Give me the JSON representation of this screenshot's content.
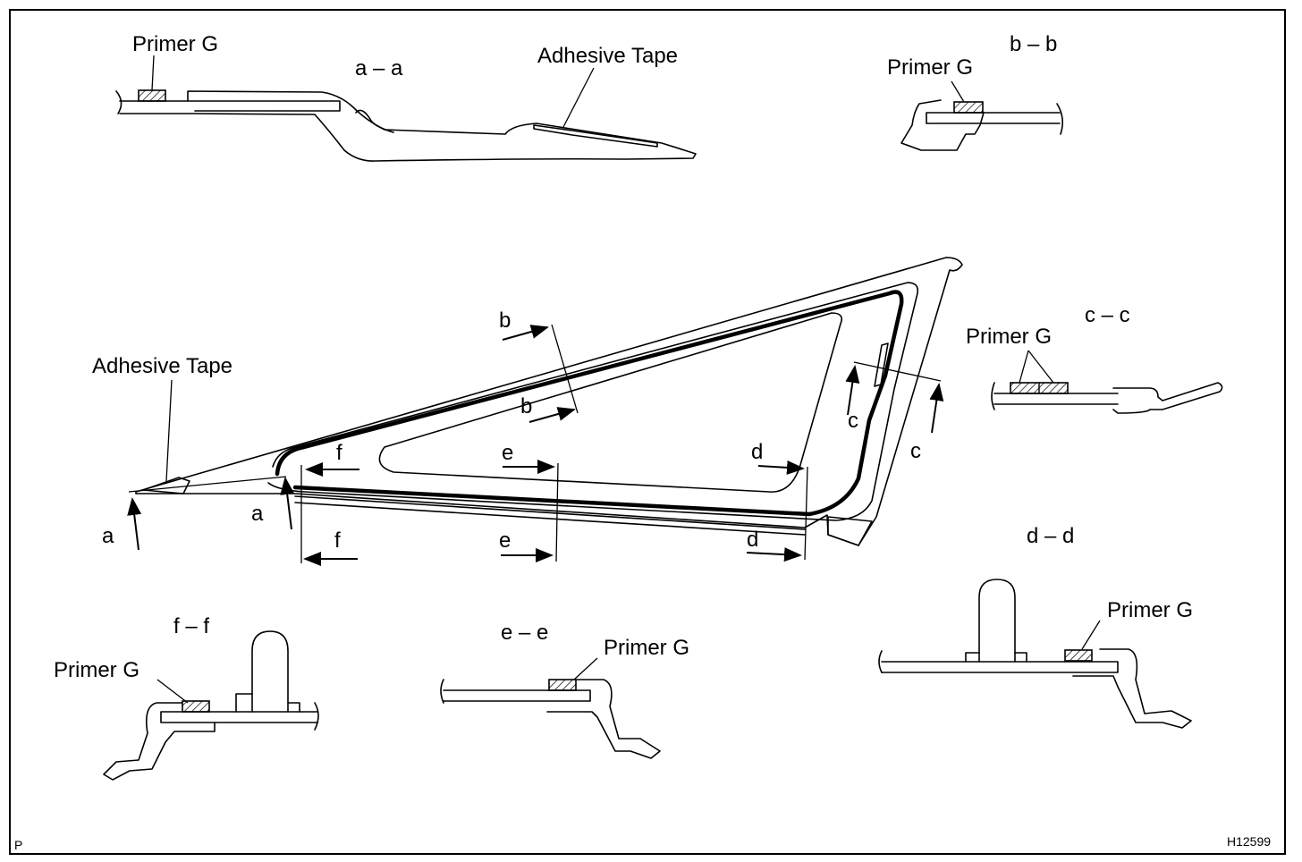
{
  "labels": {
    "primer_g": "Primer G",
    "adhesive_tape": "Adhesive Tape",
    "section_aa": "a – a",
    "section_bb": "b – b",
    "section_cc": "c – c",
    "section_dd": "d – d",
    "section_ee": "e – e",
    "section_ff": "f – f",
    "cut_a": "a",
    "cut_b": "b",
    "cut_c": "c",
    "cut_d": "d",
    "cut_e": "e",
    "cut_f": "f"
  },
  "footer": {
    "corner_left": "P",
    "figure_code": "H12599"
  }
}
